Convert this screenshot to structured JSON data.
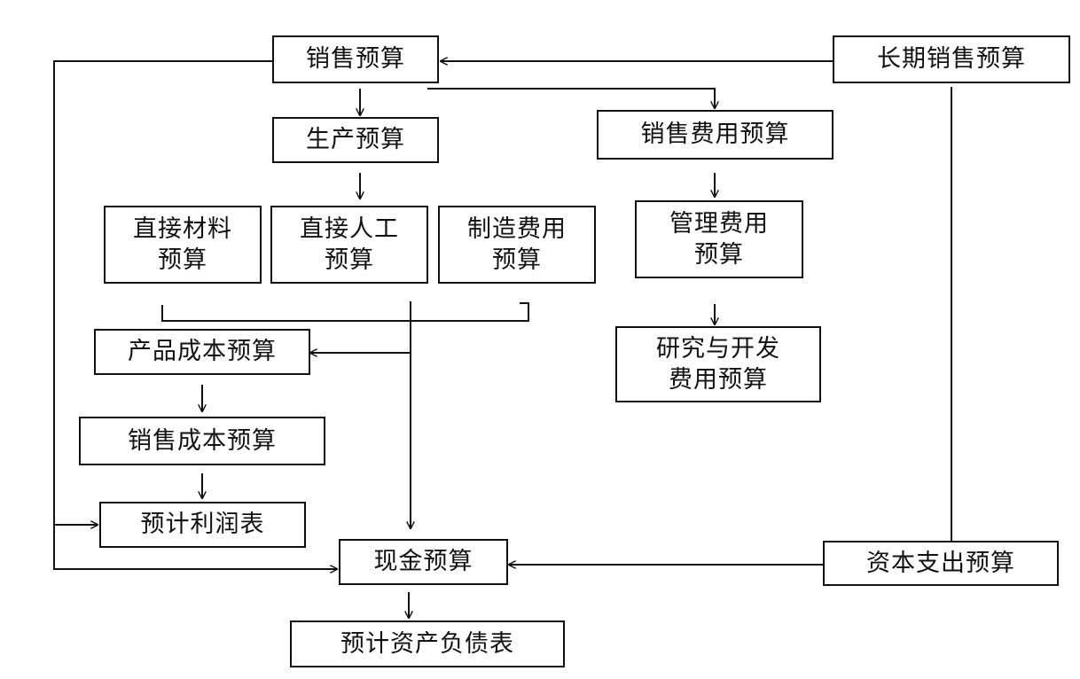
{
  "nodes": {
    "sales_budget": "销售预算",
    "long_term_sales_budget": "长期销售预算",
    "production_budget": "生产预算",
    "selling_expense_budget": "销售费用预算",
    "direct_material_budget": "直接材料\n预算",
    "direct_labor_budget": "直接人工\n预算",
    "manufacturing_overhead_budget": "制造费用\n预算",
    "admin_expense_budget": "管理费用\n预算",
    "rd_expense_budget": "研究与开发\n费用预算",
    "product_cost_budget": "产品成本预算",
    "cost_of_sales_budget": "销售成本预算",
    "projected_income_statement": "预计利润表",
    "cash_budget": "现金预算",
    "capital_expenditure_budget": "资本支出预算",
    "projected_balance_sheet": "预计资产负债表"
  },
  "colors": {
    "line": "#111111",
    "box_border": "#111111",
    "background": "#ffffff"
  }
}
